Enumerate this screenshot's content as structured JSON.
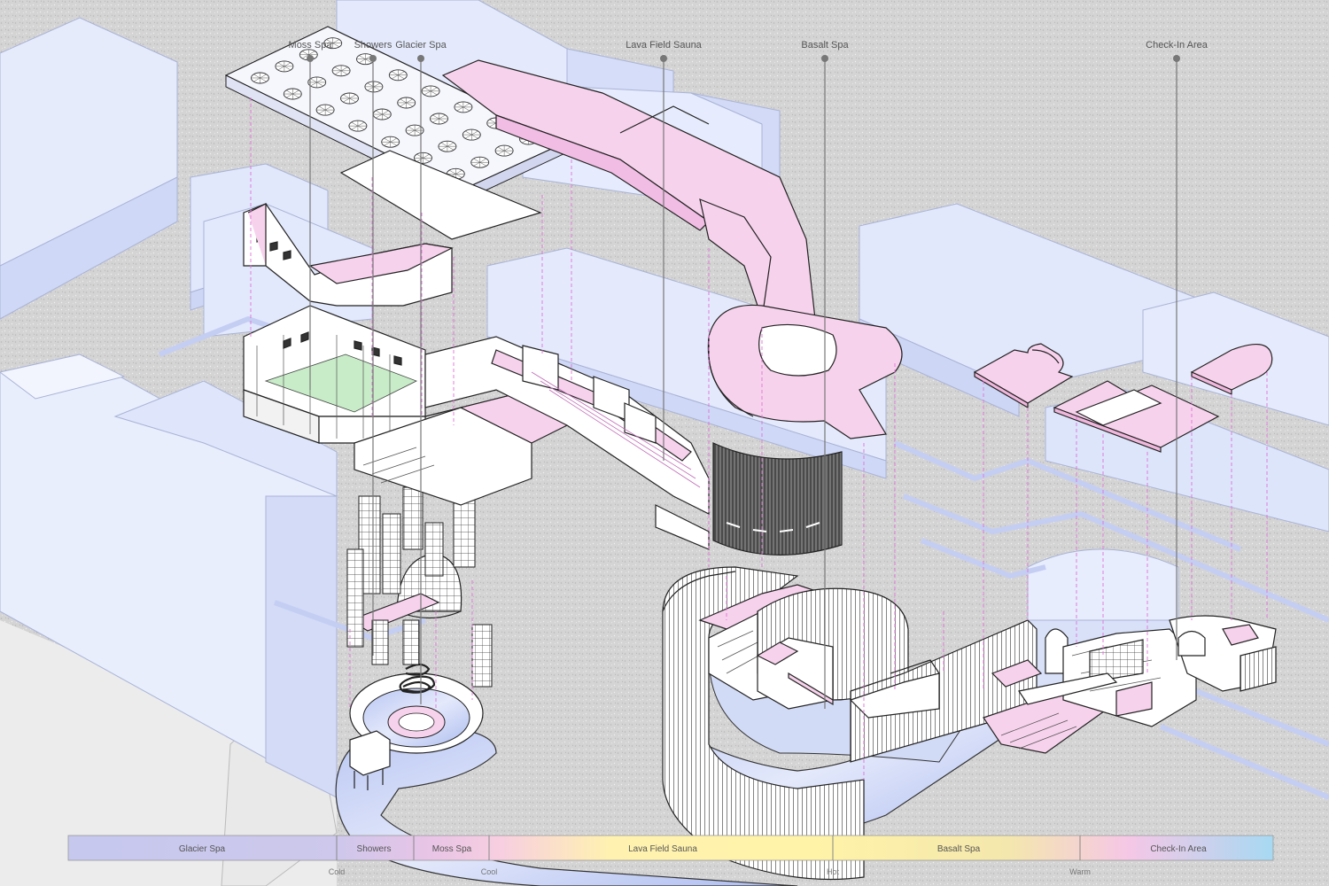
{
  "callouts": {
    "moss_spa": "Moss Spa",
    "showers": "Showers",
    "glacier_spa": "Glacier Spa",
    "lava_field_sauna": "Lava Field Sauna",
    "basalt_spa": "Basalt Spa",
    "check_in_area": "Check-In Area"
  },
  "legend_bar": {
    "segments": [
      "Glacier Spa",
      "Showers",
      "Moss Spa",
      "Lava Field Sauna",
      "Basalt Spa",
      "Check-In Area"
    ],
    "temperatures": [
      "Cold",
      "Cool",
      "Hot",
      "Warm"
    ]
  },
  "colors": {
    "pink": "#f7d2ec",
    "blue_building": "#dfe6fb",
    "water": "#c9d4f5",
    "outline": "#222222",
    "leader_pink": "#e070d8",
    "grass": "#bfe8bf"
  }
}
